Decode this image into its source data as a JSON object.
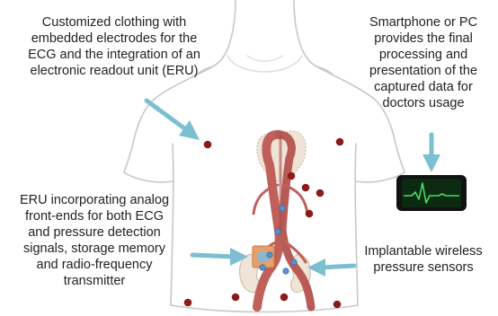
{
  "labels": {
    "clothing": [
      "Customized clothing with",
      "embedded electrodes for the",
      "ECG and the integration of an",
      "electronic readout unit (ERU)"
    ],
    "smartphone": [
      "Smartphone or PC",
      "provides the final",
      "processing and",
      "presentation of the",
      "captured data for",
      "doctors usage"
    ],
    "eru": [
      "ERU incorporating analog",
      "front-ends for both ECG",
      "and pressure detection",
      "signals, storage memory",
      "and radio-frequency",
      "transmitter"
    ],
    "sensors": [
      "Implantable wireless",
      "pressure sensors"
    ]
  },
  "colors": {
    "arrow": "#7bbfd0",
    "electrode": "#8b1a1a",
    "outline": "#c8c8c8",
    "aorta": "#c0605a",
    "eru_box": "#e8a06a",
    "sensor": "#5a8fd0",
    "phone_screen": "#0c2a12",
    "ecg_trace": "#4cd964"
  }
}
